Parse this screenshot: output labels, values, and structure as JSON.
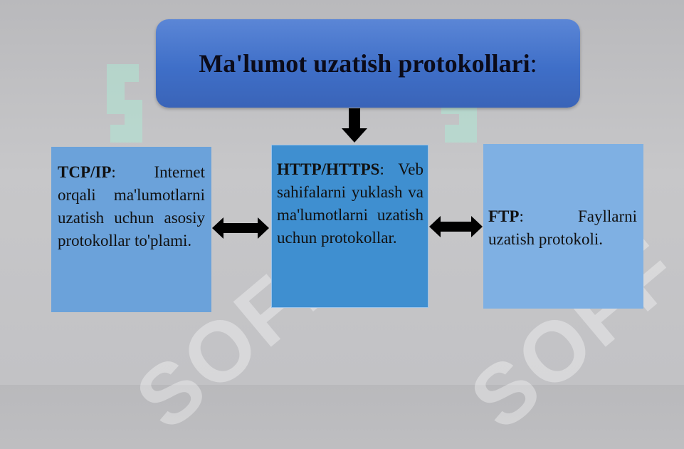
{
  "title": {
    "text": "Ma'lumot uzatish protokollari",
    "suffix": ":"
  },
  "boxes": {
    "left": {
      "term": "TCP/IP",
      "desc": "Internet orqali ma'lumotlarni uzatish uchun asosiy protokollar to'plami."
    },
    "middle": {
      "term": "HTTP/HTTPS",
      "desc": "Veb sahifalarni yuklash va ma'lumotlarni uzatish uchun protokollar."
    },
    "right": {
      "term": "FTP",
      "desc": "Fayllarni uzatish protokoli."
    }
  },
  "watermark": {
    "text": "SOFF"
  },
  "colors": {
    "title_fill": "#4672c6",
    "left_box": "#6ba2da",
    "middle_box": "#3f8fd0",
    "right_box": "#7fb0e3",
    "arrow": "#000000",
    "background": "#c2c2c5"
  }
}
